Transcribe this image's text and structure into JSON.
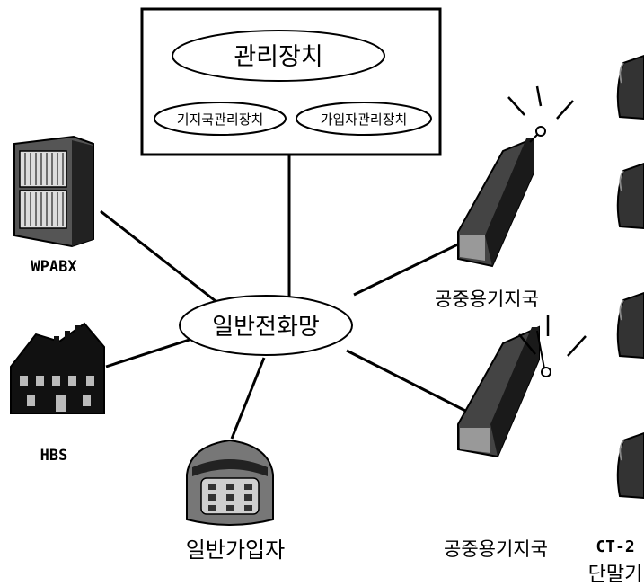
{
  "management": {
    "title": "관리장치",
    "sub_left": "기지국관리장치",
    "sub_right": "가입자관리장치"
  },
  "network": {
    "center": "일반전화망"
  },
  "nodes": {
    "wpabx": "WPABX",
    "hbs": "HBS",
    "subscriber": "일반가입자",
    "base_station_top": "공중용기지국",
    "base_station_bottom": "공중용기지국",
    "terminal_line1": "CT-2",
    "terminal_line2": "단말기"
  },
  "icons": {
    "wpabx": "pbx-cabinet-icon",
    "hbs": "house-icon",
    "subscriber": "telephone-icon",
    "base_station": "base-station-icon",
    "terminal": "handset-icon"
  },
  "colors": {
    "line": "#000000",
    "background": "#ffffff"
  }
}
